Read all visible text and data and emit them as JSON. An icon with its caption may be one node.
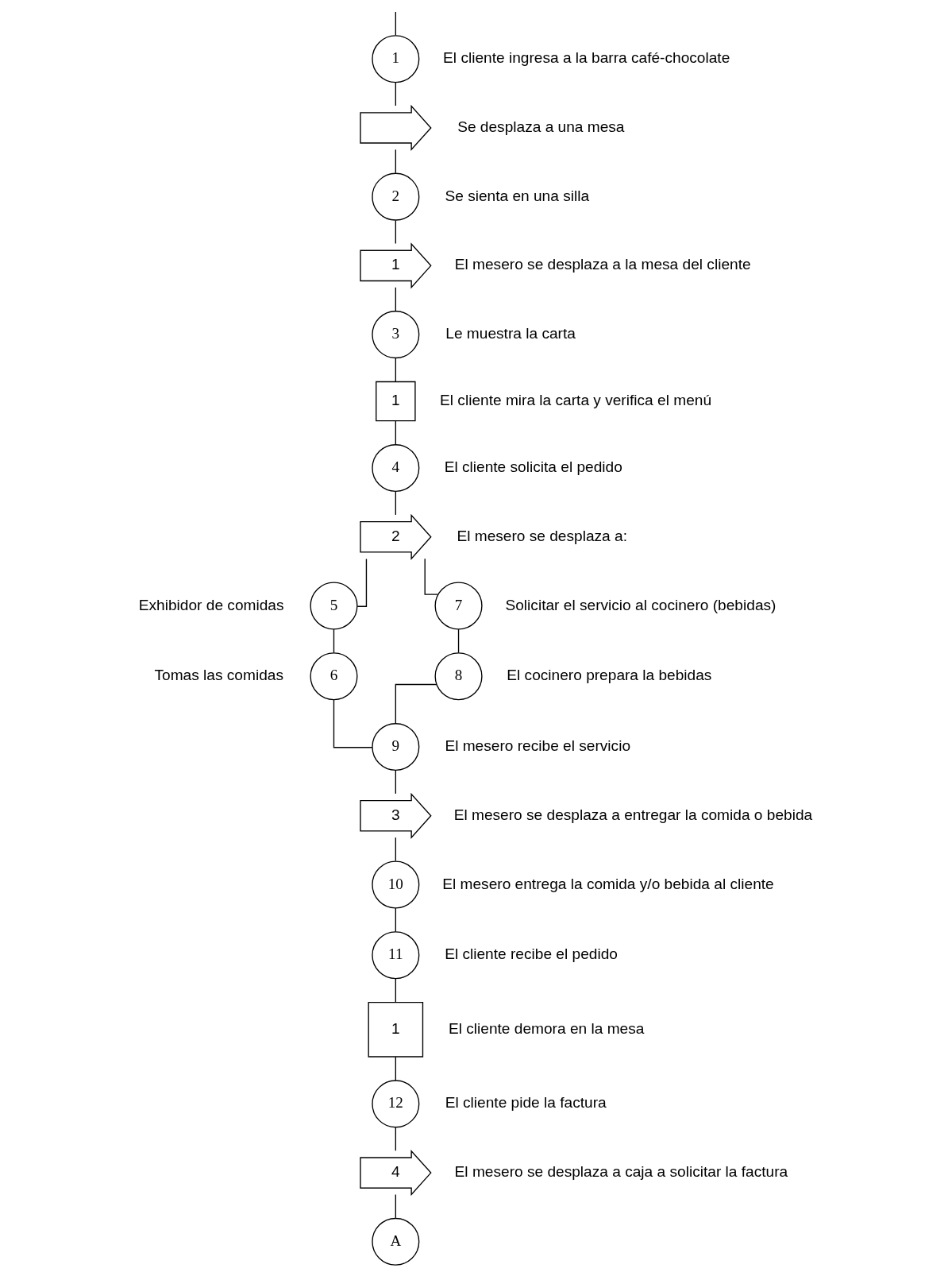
{
  "diagram": {
    "nodes": [
      {
        "text": [
          "1"
        ],
        "beside": [
          "El cliente ingresa a la barra café-chocolate"
        ]
      },
      {
        "text": [],
        "shape": "arrow",
        "beside": [
          "Se desplaza a una mesa"
        ]
      },
      {
        "text": [
          "2"
        ],
        "beside": [
          "Se sienta en una silla"
        ]
      },
      {
        "text": [
          "1"
        ],
        "beside": [
          "El mesero se desplaza a la mesa del cliente"
        ]
      },
      {
        "text": [
          "3"
        ],
        "beside": [
          "Le muestra la carta"
        ]
      },
      {
        "text": [
          "1"
        ],
        "beside": [
          "El cliente mira la carta y verifica el menú"
        ]
      },
      {
        "text": [
          "4"
        ],
        "beside": [
          "El cliente solicita el pedido"
        ]
      },
      {
        "text": [
          "2"
        ],
        "beside": [
          "El mesero se desplaza a:"
        ]
      },
      {
        "text": [
          "5"
        ],
        "beside": [
          "Exhibidor de comidas"
        ]
      },
      {
        "text": [
          "6"
        ],
        "beside": [
          "Tomas las comidas"
        ]
      },
      {
        "text": [
          "7"
        ],
        "beside": [
          "Solicitar el servicio al cocinero (bebidas)"
        ]
      },
      {
        "text": [
          "8"
        ],
        "beside": [
          "El cocinero prepara la bebidas"
        ]
      },
      {
        "text": [
          "9"
        ],
        "beside": [
          "El mesero recibe el servicio"
        ]
      },
      {
        "text": [
          "3"
        ],
        "beside": [
          "El mesero se desplaza a entregar la comida o bebida"
        ]
      },
      {
        "text": [
          "10"
        ],
        "beside": [
          "El mesero entrega la comida y/o bebida al cliente"
        ]
      },
      {
        "text": [
          "11"
        ],
        "beside": [
          "El cliente recibe el pedido"
        ]
      },
      {
        "text": [
          "1"
        ],
        "beside": [
          "El cliente demora en la mesa"
        ]
      },
      {
        "text": [
          "12"
        ],
        "beside": [
          "El cliente pide la factura"
        ]
      },
      {
        "text": [
          "4"
        ],
        "beside": [
          "El mesero se desplaza a caja a solicitar la factura"
        ]
      },
      {
        "text": [
          "A"
        ]
      }
    ],
    "edges": [
      {
        "from": null,
        "to": 0,
        "arrow": "none"
      },
      {
        "from": 0,
        "to": 1,
        "arrow": "none"
      },
      {
        "from": 1,
        "to": 2,
        "arrow": "none"
      },
      {
        "from": 2,
        "to": 3,
        "arrow": "none"
      },
      {
        "from": 3,
        "to": 4,
        "arrow": "none"
      },
      {
        "from": 4,
        "to": 5,
        "arrow": "none"
      },
      {
        "from": 5,
        "to": 6,
        "arrow": "none"
      },
      {
        "from": 6,
        "to": 7,
        "arrow": "none"
      },
      {
        "from": 7,
        "to": 8,
        "arrow": "none"
      },
      {
        "from": 7,
        "to": 10,
        "arrow": "none"
      },
      {
        "from": 8,
        "to": 9,
        "arrow": "none"
      },
      {
        "from": 10,
        "to": 11,
        "arrow": "none"
      },
      {
        "from": 9,
        "to": 12,
        "arrow": "none"
      },
      {
        "from": 11,
        "to": 12,
        "arrow": "none"
      },
      {
        "from": 12,
        "to": 13,
        "arrow": "none"
      },
      {
        "from": 13,
        "to": 14,
        "arrow": "none"
      },
      {
        "from": 14,
        "to": 15,
        "arrow": "none"
      },
      {
        "from": 15,
        "to": 16,
        "arrow": "none"
      },
      {
        "from": 16,
        "to": 17,
        "arrow": "none"
      },
      {
        "from": 17,
        "to": 18,
        "arrow": "none"
      },
      {
        "from": 18,
        "to": 19,
        "arrow": "none"
      }
    ]
  }
}
